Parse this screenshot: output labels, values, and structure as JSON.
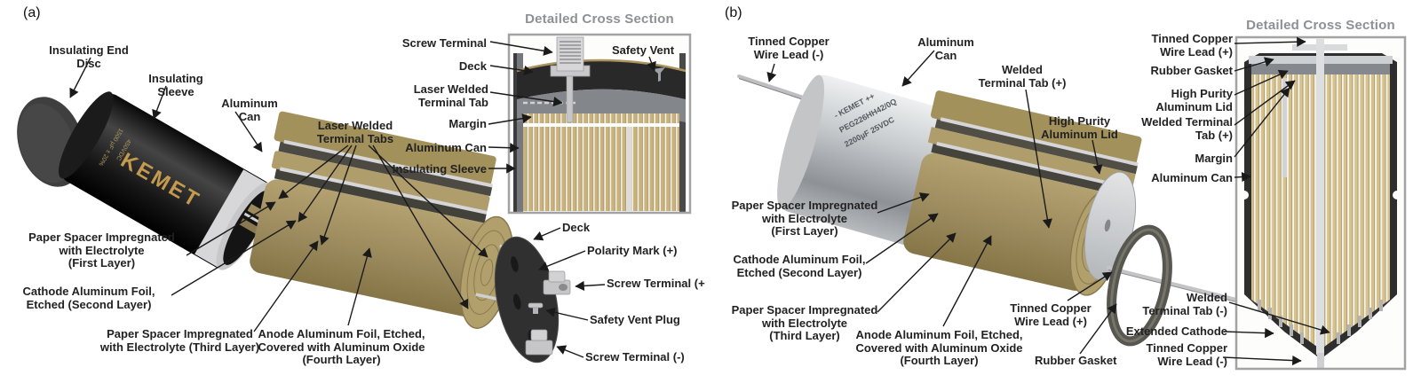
{
  "panels": {
    "a": {
      "tag": "(a)",
      "inset_title": "Detailed Cross Section",
      "can": {
        "brand": "KEMET",
        "spec_line1": "1500 µF ± 20%",
        "spec_line2": "450VDC"
      },
      "labels": {
        "insulating_end_disc": "Insulating End Disc",
        "insulating_sleeve": "Insulating Sleeve",
        "aluminum_can": "Aluminum Can",
        "laser_welded_terminal_tabs": "Laser Welded\nTerminal Tabs",
        "paper_spacer_first": "Paper Spacer Impregnated\nwith Electrolyte\n(First Layer)",
        "cathode_foil_second": "Cathode Aluminum Foil,\nEtched (Second Layer)",
        "paper_spacer_third": "Paper Spacer Impregnated\nwith Electrolyte (Third Layer)",
        "anode_foil_fourth": "Anode Aluminum Foil, Etched,\nCovered with Aluminum Oxide\n(Fourth Layer)",
        "screw_terminal": "Screw Terminal",
        "deck_inset": "Deck",
        "laser_welded_terminal_tab": "Laser Welded\nTerminal Tab",
        "margin": "Margin",
        "aluminum_can_inset": "Aluminum Can",
        "insulating_sleeve_inset": "Insulating Sleeve",
        "safety_vent": "Safety Vent",
        "deck": "Deck",
        "polarity_mark": "Polarity Mark (+)",
        "screw_terminal_pos": "Screw Terminal (+",
        "safety_vent_plug": "Safety Vent Plug",
        "screw_terminal_neg": "Screw Terminal (-)"
      }
    },
    "b": {
      "tag": "(b)",
      "inset_title": "Detailed Cross Section",
      "can": {
        "text_line1": "- KEMET ++",
        "text_line2": "PEG226HH42/0Q",
        "text_line3": "2200µF 25VDC"
      },
      "labels": {
        "tinned_copper_wire_lead_neg": "Tinned Copper\nWire Lead (-)",
        "aluminum_can": "Aluminum Can",
        "welded_terminal_tab_pos": "Welded\nTerminal Tab (+)",
        "high_purity_aluminum_lid": "High Purity\nAluminum Lid",
        "paper_spacer_first": "Paper Spacer Impregnated\nwith Electrolyte\n(First Layer)",
        "cathode_foil_second": "Cathode Aluminum Foil,\nEtched (Second Layer)",
        "paper_spacer_third": "Paper Spacer Impregnated\nwith Electrolyte\n(Third Layer)",
        "anode_foil_fourth": "Anode Aluminum Foil, Etched,\nCovered with Aluminum Oxide\n(Fourth Layer)",
        "tinned_copper_wire_lead_pos_main": "Tinned Copper\nWire Lead (+)",
        "rubber_gasket_main": "Rubber Gasket",
        "tinned_copper_wire_lead_pos_inset": "Tinned Copper\nWire Lead (+)",
        "rubber_gasket_inset": "Rubber Gasket",
        "high_purity_aluminum_lid_inset": "High Purity\nAluminum Lid",
        "welded_terminal_tab_pos_inset": "Welded Terminal\nTab (+)",
        "margin": "Margin",
        "aluminum_can_inset": "Aluminum Can",
        "welded_terminal_tab_neg": "Welded\nTerminal Tab (-)",
        "extended_cathode": "Extended Cathode",
        "tinned_copper_wire_lead_neg_inset": "Tinned Copper\nWire Lead (-)"
      }
    }
  }
}
